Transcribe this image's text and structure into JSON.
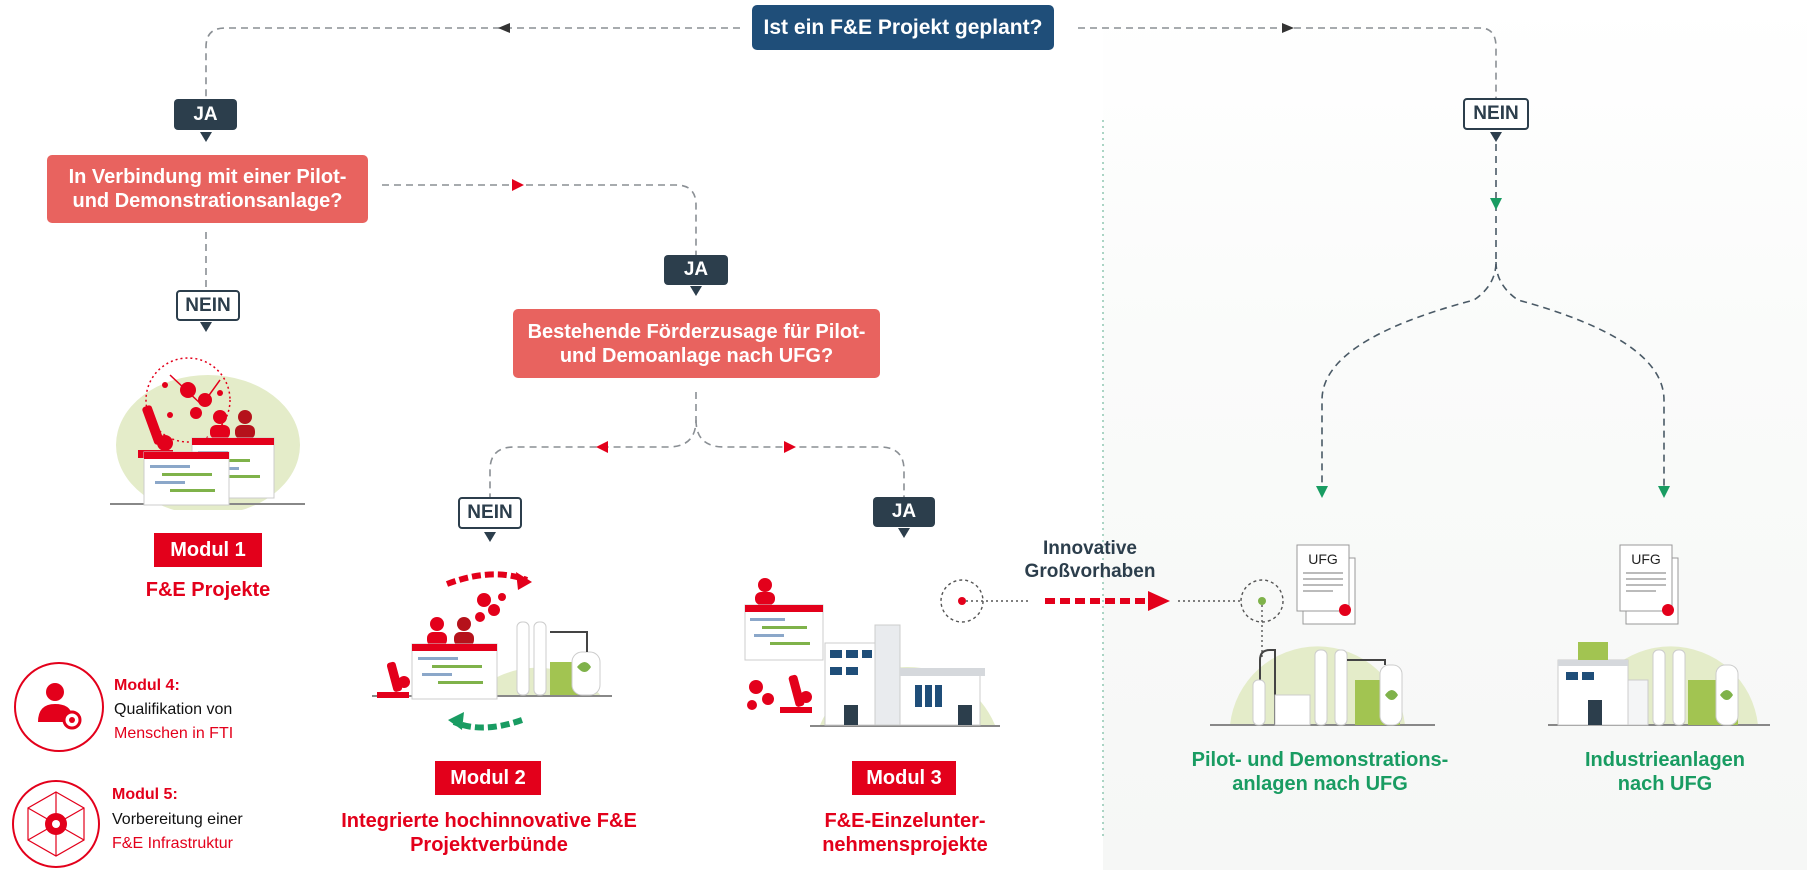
{
  "top_question": "Ist ein F&E Projekt geplant?",
  "q_pilot": "In Verbindung mit einer Pilot- und Demonstrationsanlage?",
  "q_existing": "Bestehende Förderzusage für Pilot- und Demoanlage nach UFG?",
  "labels": {
    "ja_1": "JA",
    "nein_1": "NEIN",
    "nein_2": "NEIN",
    "ja_2": "JA",
    "nein_3": "NEIN",
    "ja_3": "JA"
  },
  "modul1": {
    "badge": "Modul 1",
    "title": "F&E Projekte"
  },
  "modul2": {
    "badge": "Modul 2",
    "title": "Integrierte hochinnovative F&E Projektverbünde"
  },
  "modul3": {
    "badge": "Modul 3",
    "title": "F&E-Einzelunter-nehmensprojekte"
  },
  "modul4": {
    "heading": "Modul 4:",
    "line1": "Qualifikation von",
    "line2": "Menschen in FTI"
  },
  "modul5": {
    "heading": "Modul 5:",
    "line1": "Vorbereitung einer",
    "line2": "F&E Infrastruktur"
  },
  "innovative": "Innovative Großvorhaben",
  "ufg_doc": "UFG",
  "green1": "Pilot- und Demonstrations-anlagen nach UFG",
  "green2": "Industrieanlagen nach UFG",
  "colors": {
    "blue": "#1f4e79",
    "coral": "#e8635f",
    "red": "#e3001b",
    "green": "#199c62",
    "dark": "#2c3e4c",
    "lightgreen": "#e4ecc9"
  },
  "icons": [
    "microscope-icon",
    "gears-icon",
    "people-icon",
    "gantt-chart-icon",
    "factory-icon",
    "leaf-icon",
    "document-icon",
    "seal-icon",
    "person-award-icon",
    "network-gear-icon",
    "cycle-arrows-icon"
  ]
}
